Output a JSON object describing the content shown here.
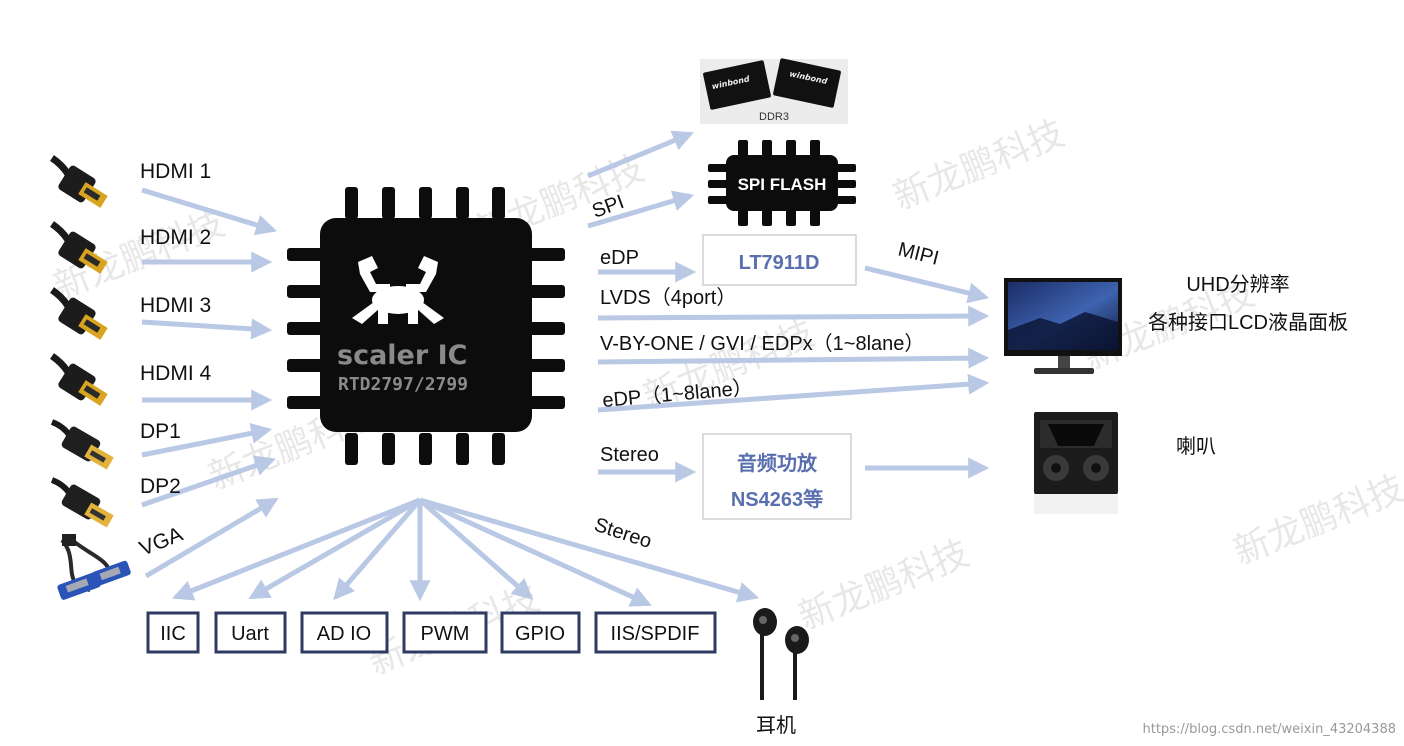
{
  "inputs": {
    "hdmi1": "HDMI 1",
    "hdmi2": "HDMI  2",
    "hdmi3": "HDMI 3",
    "hdmi4": "HDMI  4",
    "dp1": "DP1",
    "dp2": "DP2",
    "vga": "VGA"
  },
  "chip": {
    "name": "scaler IC",
    "model": "RTD2797/2799"
  },
  "memory": {
    "ddr3": "DDR3",
    "ddr3_chip_brand": "winbond",
    "spi_label": "SPI",
    "spi_flash": "SPI FLASH"
  },
  "outputs": {
    "edp": "eDP",
    "lt7911d": "LT7911D",
    "mipi": "MIPI",
    "lvds": "LVDS（4port）",
    "vbyone": "V-BY-ONE / GVI / EDPx（1~8lane）",
    "edp_lanes": "eDP（1~8lane）",
    "stereo": "Stereo",
    "amp_line1": "音频功放",
    "amp_line2": "NS4263等",
    "stereo_headphone": "Stereo"
  },
  "devices": {
    "panel_line1": "UHD分辨率",
    "panel_line2": "各种接口LCD液晶面板",
    "speaker": "喇叭",
    "headphone": "耳机"
  },
  "peripherals": [
    "IIC",
    "Uart",
    "AD IO",
    "PWM",
    "GPIO",
    "IIS/SPDIF"
  ],
  "watermark": "新龙鹏科技",
  "credit": "https://blog.csdn.net/weixin_43204388",
  "colors": {
    "arrow": "#b9c8e4",
    "chip": "#0c0c0c",
    "chip_text": "#8a8a8a",
    "box_border": "#2f3b63",
    "accent_blue": "#5a6fb0"
  }
}
